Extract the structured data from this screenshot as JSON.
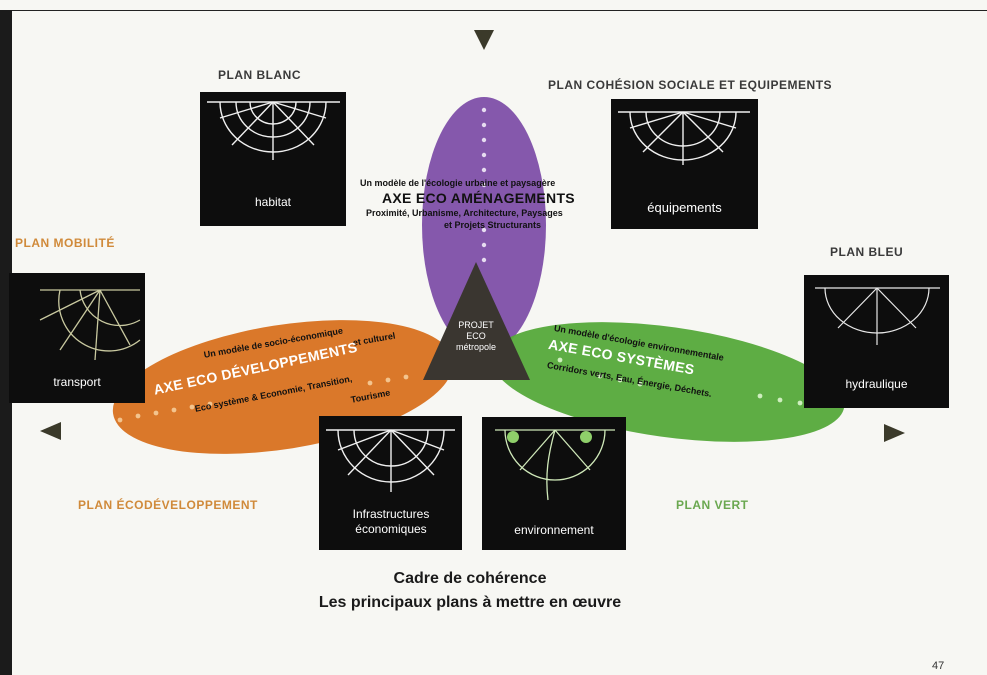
{
  "plans": {
    "blanc": "PLAN BLANC",
    "cohesion": "PLAN COHÉSION SOCIALE ET EQUIPEMENTS",
    "mobilite": "PLAN MOBILITÉ",
    "bleu": "PLAN BLEU",
    "ecodev": "PLAN ÉCODÉVELOPPEMENT",
    "vert": "PLAN VERT"
  },
  "boxes": {
    "habitat": "habitat",
    "equipements": "équipements",
    "transport": "transport",
    "hydraulique": "hydraulique",
    "infrastructures": "Infrastructures économiques",
    "environnement": "environnement"
  },
  "axes": {
    "amenagements": {
      "title": "AXE ECO AMÉNAGEMENTS",
      "subtitle": "Un modèle de l'écologie urbaine et paysagère",
      "details_1": "Proximité, Urbanisme, Architecture, Paysages",
      "details_2": "et Projets Structurants"
    },
    "developpements": {
      "title": "AXE ECO DÉVELOPPEMENTS",
      "subtitle_1": "Un modèle de socio-économique",
      "subtitle_2": "et culturel",
      "details_1": "Eco système & Economie, Transition,",
      "details_2": "Tourisme"
    },
    "systemes": {
      "title": "AXE ECO SYSTÈMES",
      "subtitle": "Un modèle d'écologie environnementale",
      "details": "Corridors verts, Eau, Énergie, Déchets."
    }
  },
  "center": {
    "line1": "PROJET",
    "line2": "ECO",
    "line3": "métropole"
  },
  "caption": {
    "line1": "Cadre de cohérence",
    "line2": "Les principaux plans à mettre en œuvre"
  },
  "page_number": "47",
  "icons": [
    "arrow-down-icon",
    "arrow-left-icon",
    "arrow-right-icon",
    "arc-lattice-icon"
  ],
  "colors": {
    "purple": "#7b4aa6",
    "orange": "#d8711f",
    "green": "#55a93a",
    "box": "#0d0d0d",
    "triangle": "#3a3630",
    "arrow": "#3b3a2a"
  }
}
